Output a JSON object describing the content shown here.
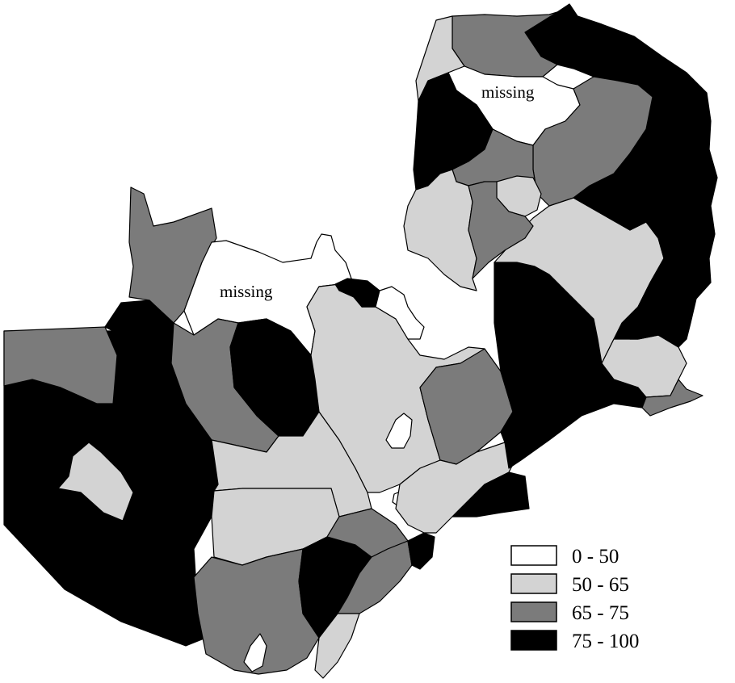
{
  "colors": {
    "class_0_50": "#ffffff",
    "class_50_65": "#d3d3d3",
    "class_65_75": "#7b7b7b",
    "class_75_100": "#000000",
    "outline": "#000000"
  },
  "map": {
    "missing_labels": [
      "missing",
      "missing"
    ]
  },
  "legend": {
    "items": [
      {
        "label": "0 - 50",
        "color": "#ffffff"
      },
      {
        "label": "50 - 65",
        "color": "#d3d3d3"
      },
      {
        "label": "65 - 75",
        "color": "#7b7b7b"
      },
      {
        "label": "75 - 100",
        "color": "#000000"
      }
    ]
  }
}
